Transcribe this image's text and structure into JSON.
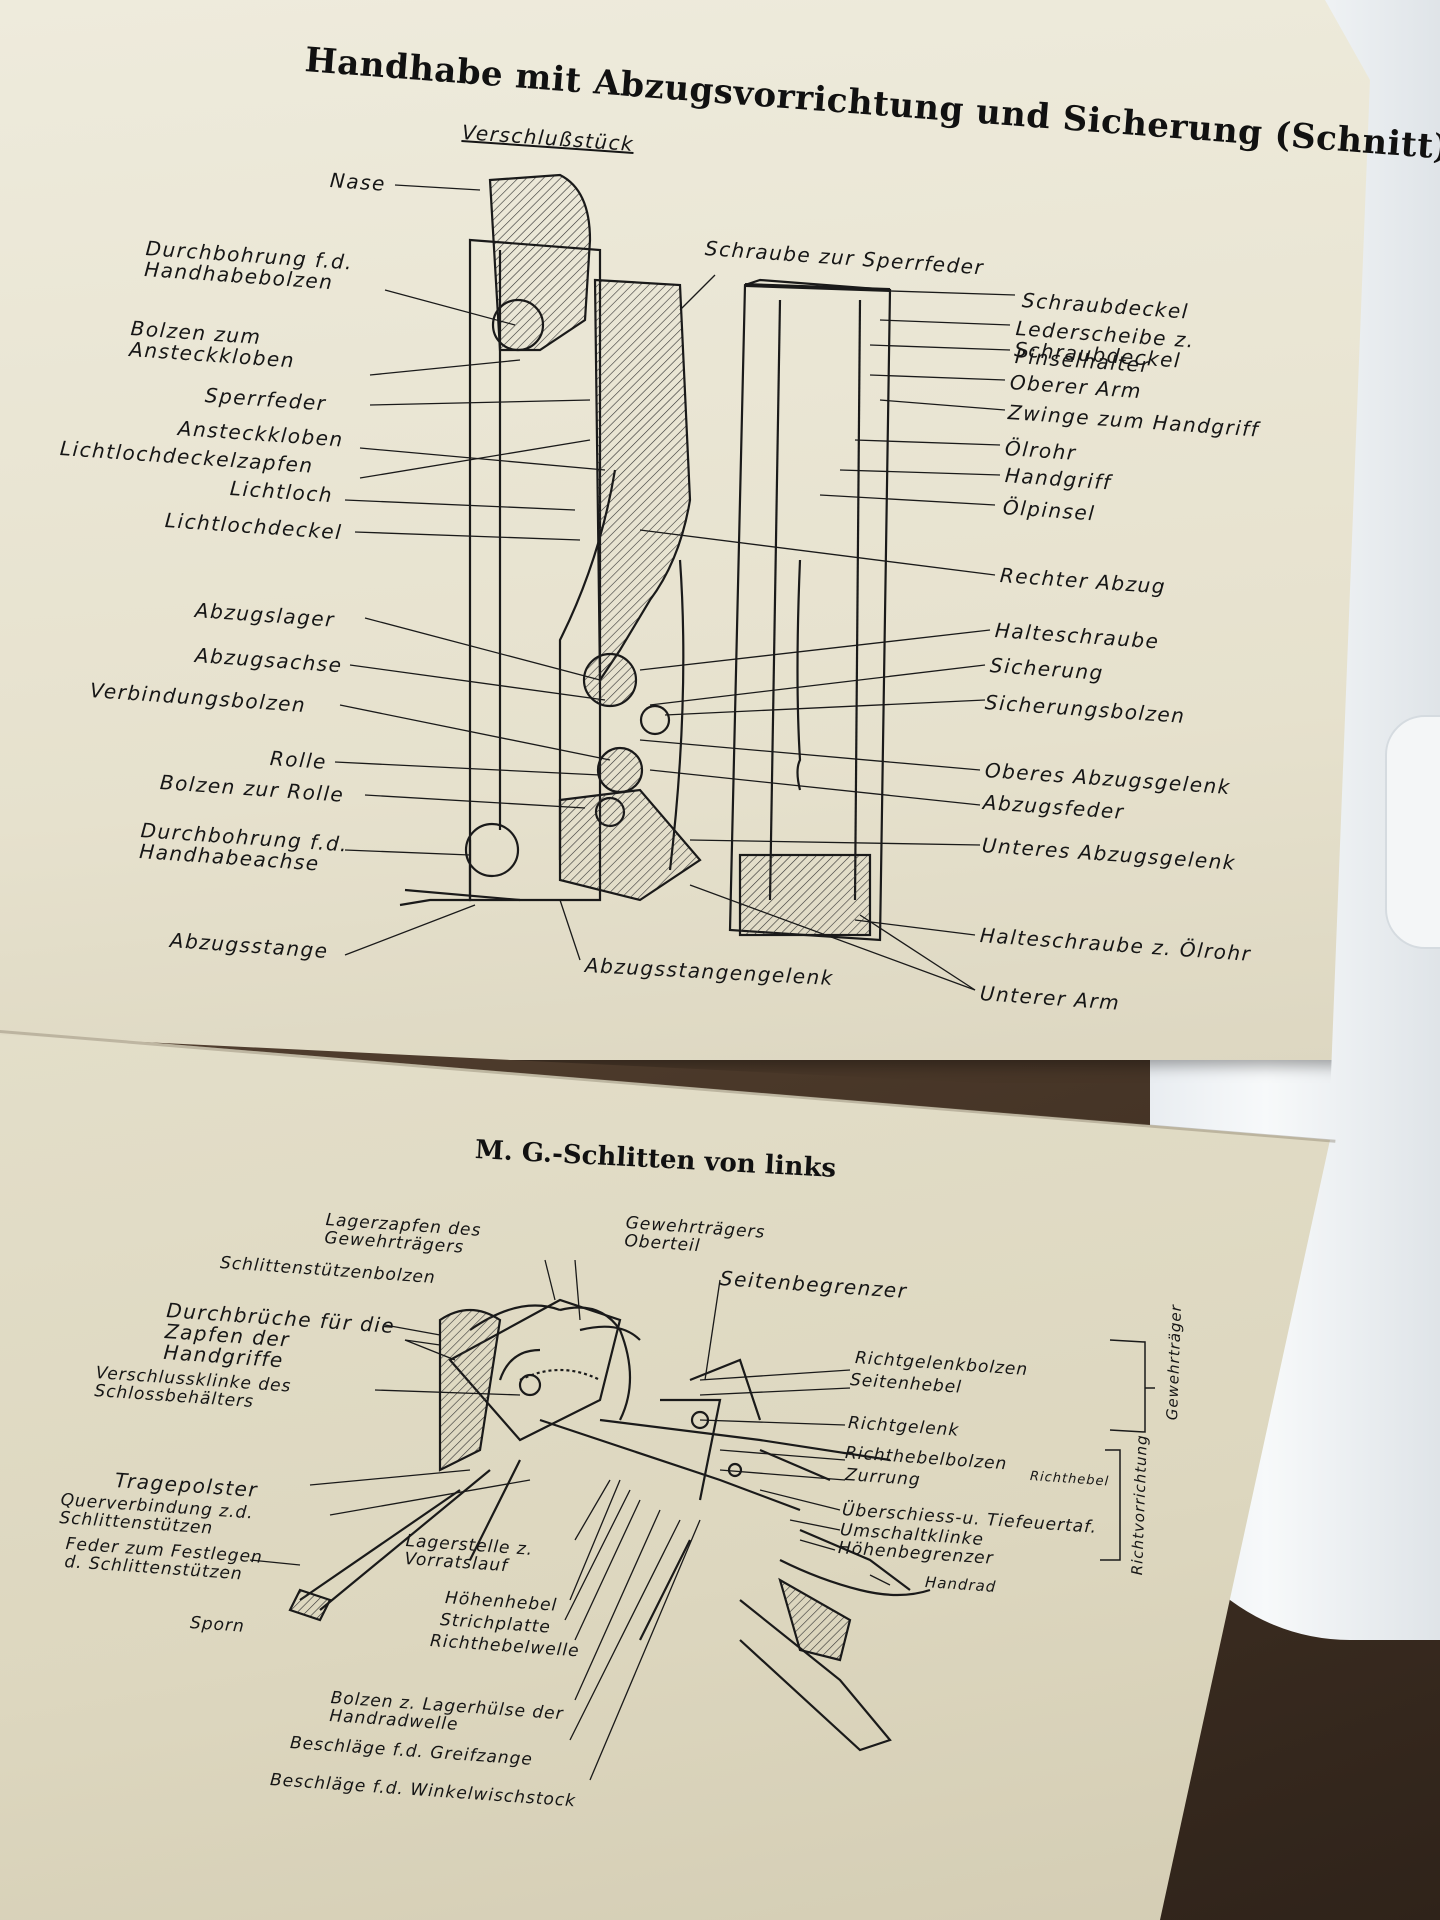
{
  "top_figure": {
    "title": "Handhabe mit Abzugsvorrichtung und Sicherung (Schnitt)",
    "header_label": "Verschlußstück",
    "left_labels": [
      "Nase",
      "Durchbohrung f.d. Handhabebolzen",
      "Bolzen zum Ansteckkloben",
      "Sperrfeder",
      "Ansteckkloben",
      "Lichtlochdeckelzapfen",
      "Lichtloch",
      "Lichtlochdeckel",
      "Abzugslager",
      "Abzugsachse",
      "Verbindungsbolzen",
      "Rolle",
      "Bolzen zur Rolle",
      "Durchbohrung f.d. Handhabeachse",
      "Abzugsstange"
    ],
    "right_labels": [
      "Schraube zur Sperrfeder",
      "Schraubdeckel",
      "Lederscheibe z. Schraubdeckel",
      "Pinselhalter",
      "Oberer Arm",
      "Zwinge zum Handgriff",
      "Ölrohr",
      "Handgriff",
      "Ölpinsel",
      "Rechter Abzug",
      "Halteschraube",
      "Sicherung",
      "Sicherungsbolzen",
      "Oberes Abzugsgelenk",
      "Abzugsfeder",
      "Unteres Abzugsgelenk",
      "Halteschraube z. Ölrohr",
      "Unterer Arm"
    ],
    "bottom_label": "Abzugsstangengelenk"
  },
  "bottom_figure": {
    "title": "M. G.-Schlitten von links",
    "left_labels": [
      "Lagerzapfen des Gewehrträgers",
      "Schlittenstützenbolzen",
      "Durchbrüche für die Zapfen der Handgriffe",
      "Verschlussklinke des Schlossbehälters",
      "Tragepolster",
      "Querverbindung z.d. Schlittenstützen",
      "Feder zum Festlegen d. Schlittenstützen",
      "Sporn"
    ],
    "center_labels": [
      "Gewehrträgers Oberteil",
      "Lagerstelle z. Vorratslauf",
      "Höhenhebel",
      "Strichplatte",
      "Richthebelwelle",
      "Bolzen z. Lagerhülse der Handradwelle",
      "Beschläge f.d. Greifzange",
      "Beschläge f.d. Winkelwischstock"
    ],
    "right_labels": [
      "Seitenbegrenzer",
      "Richtgelenkbolzen",
      "Seitenhebel",
      "Richtgelenk",
      "Richthebelbolzen",
      "Richthebel",
      "Zurrung",
      "Überschiess-u. Tiefeuertaf.",
      "Umschaltklinke",
      "Höhenbegrenzer",
      "Handrad"
    ],
    "group_labels": {
      "traeger": "Gewehrträger",
      "richt": "Richtvorrichtung"
    }
  }
}
